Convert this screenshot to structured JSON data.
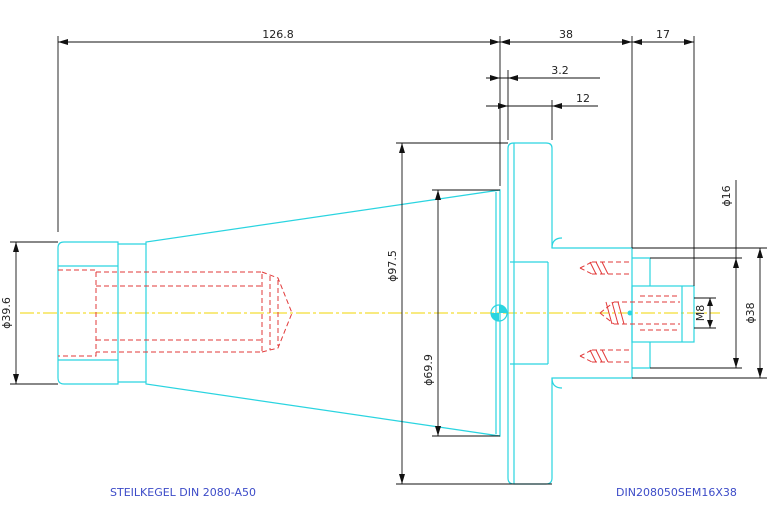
{
  "dimensions": {
    "d1": "126.8",
    "d2": "38",
    "d3": "17",
    "d4": "3.2",
    "d5": "12",
    "d6": "ϕ97.5",
    "d7": "ϕ69.9",
    "d8": "ϕ39.6",
    "d9": "ϕ16",
    "d10": "ϕ38",
    "d11": "M8"
  },
  "captions": {
    "left": "STEILKEGEL DIN 2080-A50",
    "right": "DIN208050SEM16X38"
  },
  "colors": {
    "outline": "#2ad4e0",
    "hidden": "#e23a3a",
    "axis": "#f0d400",
    "dimension": "#111111",
    "caption": "#3c4bc8"
  }
}
